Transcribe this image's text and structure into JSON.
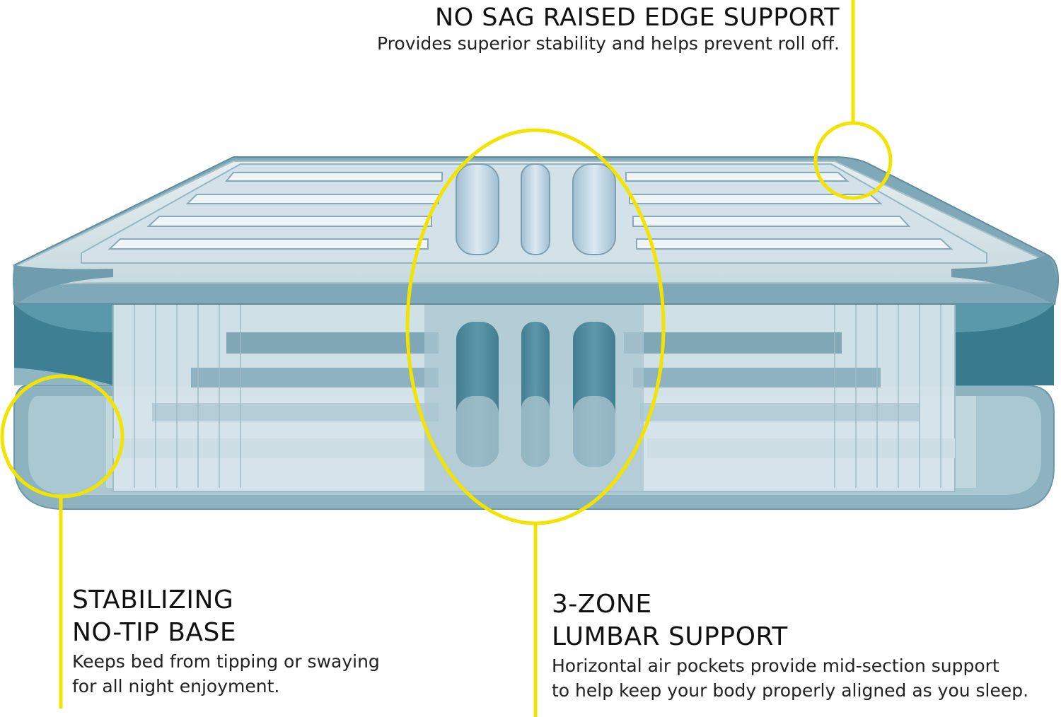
{
  "callouts": {
    "edge": {
      "title": "NO SAG RAISED EDGE SUPPORT",
      "description": "Provides superior stability and helps prevent roll off."
    },
    "base": {
      "title_line1": "STABILIZING",
      "title_line2": "NO-TIP BASE",
      "description_line1": "Keeps bed from tipping or swaying",
      "description_line2": "for all night enjoyment."
    },
    "lumbar": {
      "title_line1": "3-ZONE",
      "title_line2": "LUMBAR SUPPORT",
      "description_line1": "Horizontal air pockets provide mid-section support",
      "description_line2": "to help keep your body properly aligned as you sleep."
    }
  },
  "colors": {
    "highlight": "#f2e400",
    "mattress_dark": "#4e8ea2",
    "mattress_mid": "#8fb6c3",
    "mattress_light": "#c9dde4",
    "chamber": "#d9e7ec"
  }
}
